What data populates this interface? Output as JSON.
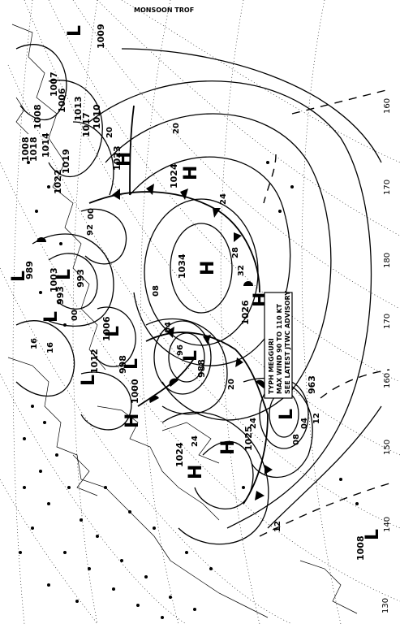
{
  "centers": [
    {
      "type": "H",
      "pressure": "1034"
    },
    {
      "type": "H",
      "pressure": "1026"
    },
    {
      "type": "H",
      "pressure": "1025"
    },
    {
      "type": "H",
      "pressure": "1024"
    },
    {
      "type": "H",
      "pressure": "1023"
    },
    {
      "type": "H",
      "pressure": ""
    },
    {
      "type": "L",
      "pressure": "988"
    },
    {
      "type": "L",
      "pressure": "993"
    },
    {
      "type": "L",
      "pressure": "998"
    },
    {
      "type": "L",
      "pressure": "1003"
    },
    {
      "type": "L",
      "pressure": "1006"
    },
    {
      "type": "L",
      "pressure": "1012"
    },
    {
      "type": "L",
      "pressure": "1009"
    },
    {
      "type": "L",
      "pressure": "1008"
    },
    {
      "type": "L",
      "pressure": "963"
    }
  ],
  "isobar_labels": [
    "20",
    "24",
    "28",
    "32",
    "16",
    "12",
    "08",
    "04",
    "00",
    "96",
    "92",
    "24",
    "20",
    "16",
    "12",
    "08",
    "04",
    "00",
    "20",
    "24"
  ],
  "longitude_labels": [
    "130",
    "140",
    "150",
    "160",
    "170",
    "180",
    "170",
    "160"
  ],
  "annotations": {
    "monsoon": "MONSOON TROF",
    "typhoon_line1": "TYPH MEGGURI",
    "typhoon_line2": "MAX WIND 90 TO 110 KT",
    "typhoon_line3": "SEE LATEST JTWC ADVISORY"
  },
  "left_pressures": [
    "1007",
    "1006",
    "1008",
    "1010",
    "1013",
    "1017",
    "1014",
    "1022",
    "1019",
    "1018",
    "1008",
    "989",
    "993",
    "1000"
  ]
}
